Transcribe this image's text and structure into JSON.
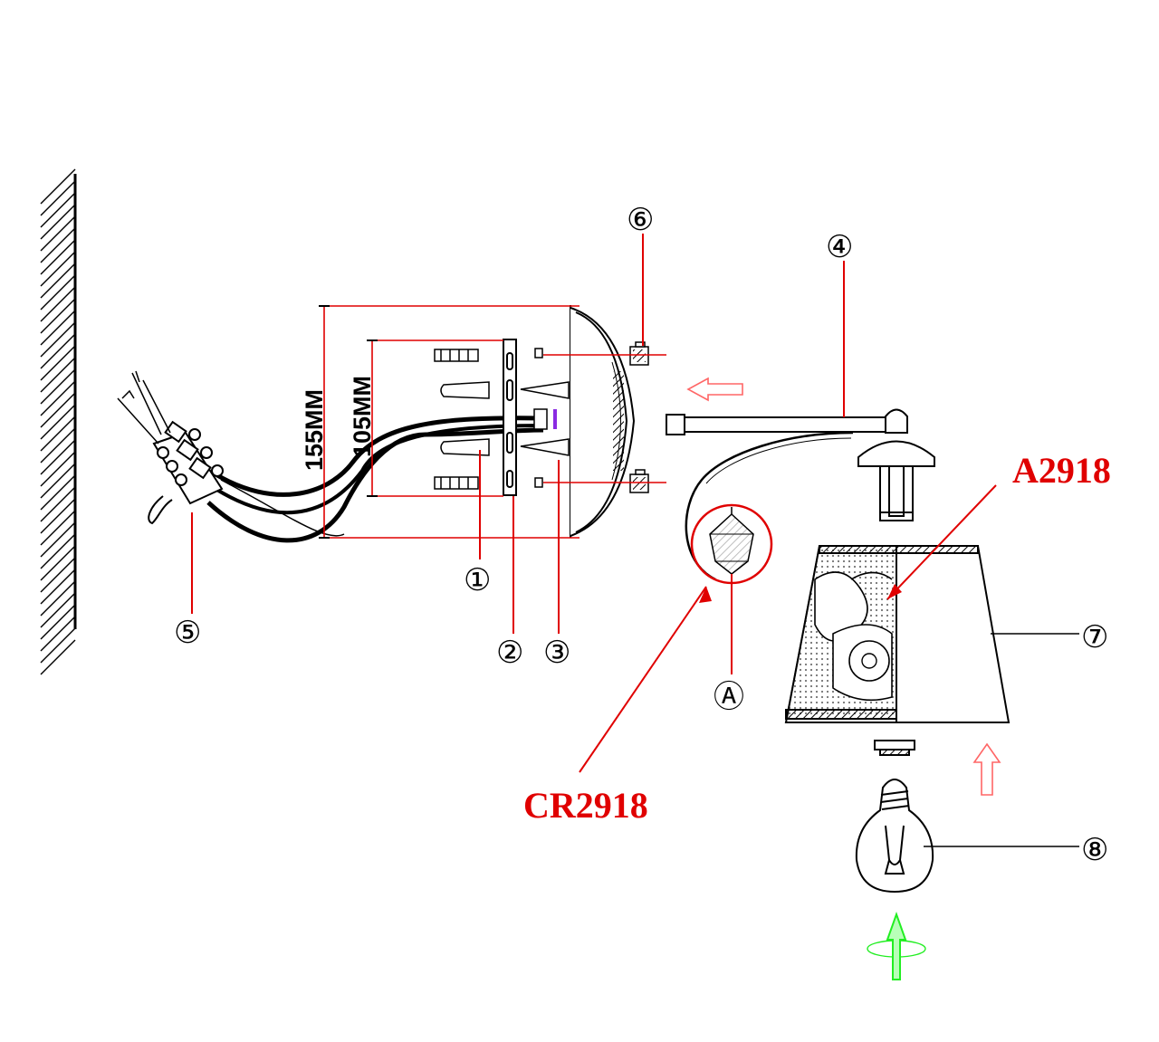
{
  "callouts": {
    "c1": "①",
    "c2": "②",
    "c3": "③",
    "c4": "④",
    "c5": "⑤",
    "c6": "⑥",
    "c7": "⑦",
    "c8": "⑧",
    "cA": "Ⓐ"
  },
  "codes": {
    "shade_code": "A2918",
    "crystal_code": "CR2918"
  },
  "dimensions": {
    "outer": "155MM",
    "inner": "105MM"
  },
  "colors": {
    "line": "#000000",
    "leader": "#e00000",
    "code_text": "#e00000",
    "arrow_outline": "#ff6666",
    "up_arrow": "#22ee22",
    "purple_mark": "#8a2be2"
  },
  "icons": {
    "wall": "wall-hatch-icon",
    "arrow_left": "arrow-left-outline-icon",
    "arrow_up_shade": "arrow-up-outline-icon",
    "arrow_up_bulb": "arrow-up-rotate-icon"
  }
}
